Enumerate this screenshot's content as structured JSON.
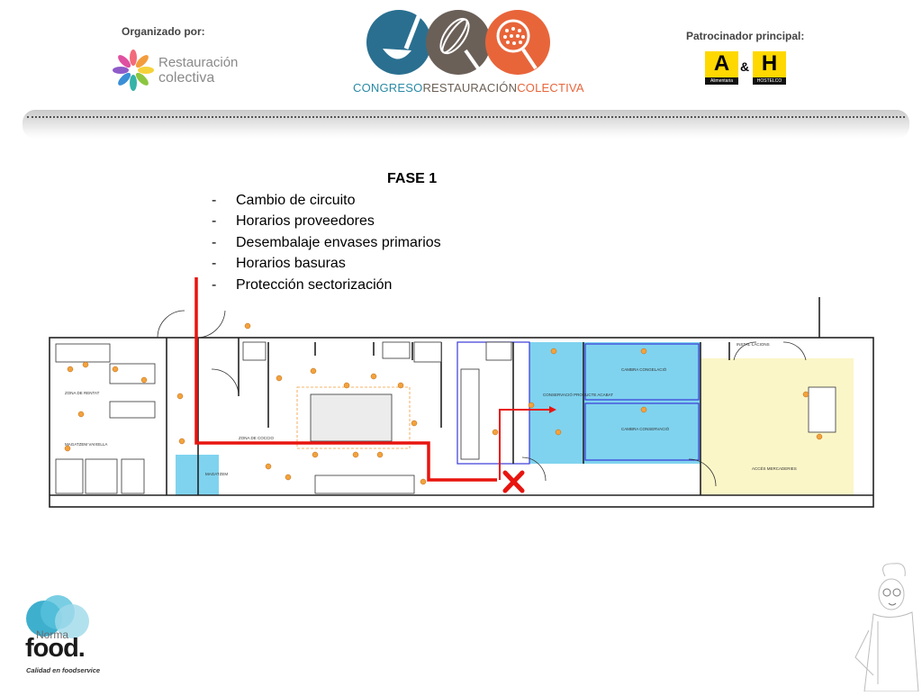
{
  "header": {
    "organized_by_label": "Organizado por:",
    "organizer_name_line1": "Restauración",
    "organizer_name_line2": "colectiva",
    "congress_part1": "CONGRESO",
    "congress_part2": "RESTAURACIÓN",
    "congress_part3": "COLECTIVA",
    "sponsor_label": "Patrocinador principal:",
    "sponsor_logo_a": "A",
    "sponsor_logo_amp": "&",
    "sponsor_logo_h": "H",
    "sponsor_a_caption": "Alimentaria",
    "sponsor_h_caption": "HOSTELCO"
  },
  "phase": {
    "title": "FASE 1",
    "items": [
      "Cambio de circuito",
      "Horarios proveedores",
      "Desembalaje envases primarios",
      "Horarios basuras",
      "Protección sectorización"
    ]
  },
  "floor_plan": {
    "labels": {
      "zona_rentat": "ZONA DE RENTAT",
      "magatzem_vaixella": "MAGATZEM VAIXELLA",
      "zona_coccio": "ZONA DE COCCIO",
      "magatzem": "MAGATZEM",
      "conservacio_producte": "CONSERVACIÓ PRODUCTE ACABAT",
      "cambra_congelacio": "CAMBRA CONGELACIÓ",
      "cambra_conservacio": "CAMBRA CONSERVACIÓ",
      "instalacions": "INSTAL·LACIONS",
      "acces_mercaderies": "ACCÉS MERCADERIES"
    }
  },
  "footer": {
    "brand_small": "Norma",
    "brand_large": "food.",
    "tagline": "Calidad en foodservice"
  },
  "colors": {
    "route_red": "#e8140f",
    "blue_zone": "#7fd3ef",
    "blue_outline": "#3a3ad8",
    "yellow_zone": "#fbf6c8",
    "orange_dot": "#f3a23c",
    "logo_blue": "#2a6f90",
    "logo_brown": "#6b6058",
    "logo_orange": "#e8653a",
    "sponsor_yellow": "#ffd800"
  },
  "icons": [
    "flower-logo-icon",
    "ladle-icon",
    "whisk-icon",
    "skimmer-icon",
    "cross-mark-icon",
    "chef-icon"
  ]
}
